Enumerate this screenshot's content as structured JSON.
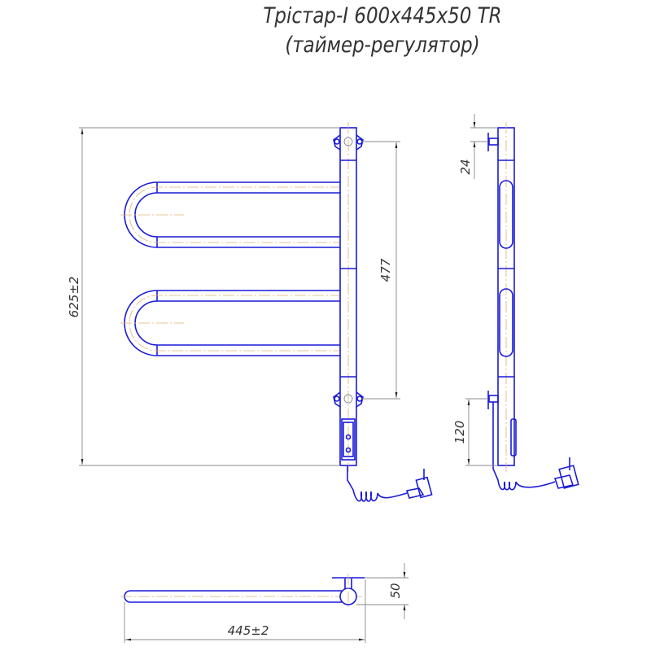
{
  "title": {
    "line1": "Трістар-I 600x445x50 TR",
    "line2": "(таймер-регулятор)"
  },
  "dimensions": {
    "height": "625±2",
    "mount_spacing": "477",
    "bracket_offset": "24",
    "bottom_offset": "120",
    "depth": "50",
    "width": "445±2"
  },
  "colors": {
    "outline": "#1a1ad8",
    "centerline": "#e0b070",
    "dimension": "#888888"
  }
}
